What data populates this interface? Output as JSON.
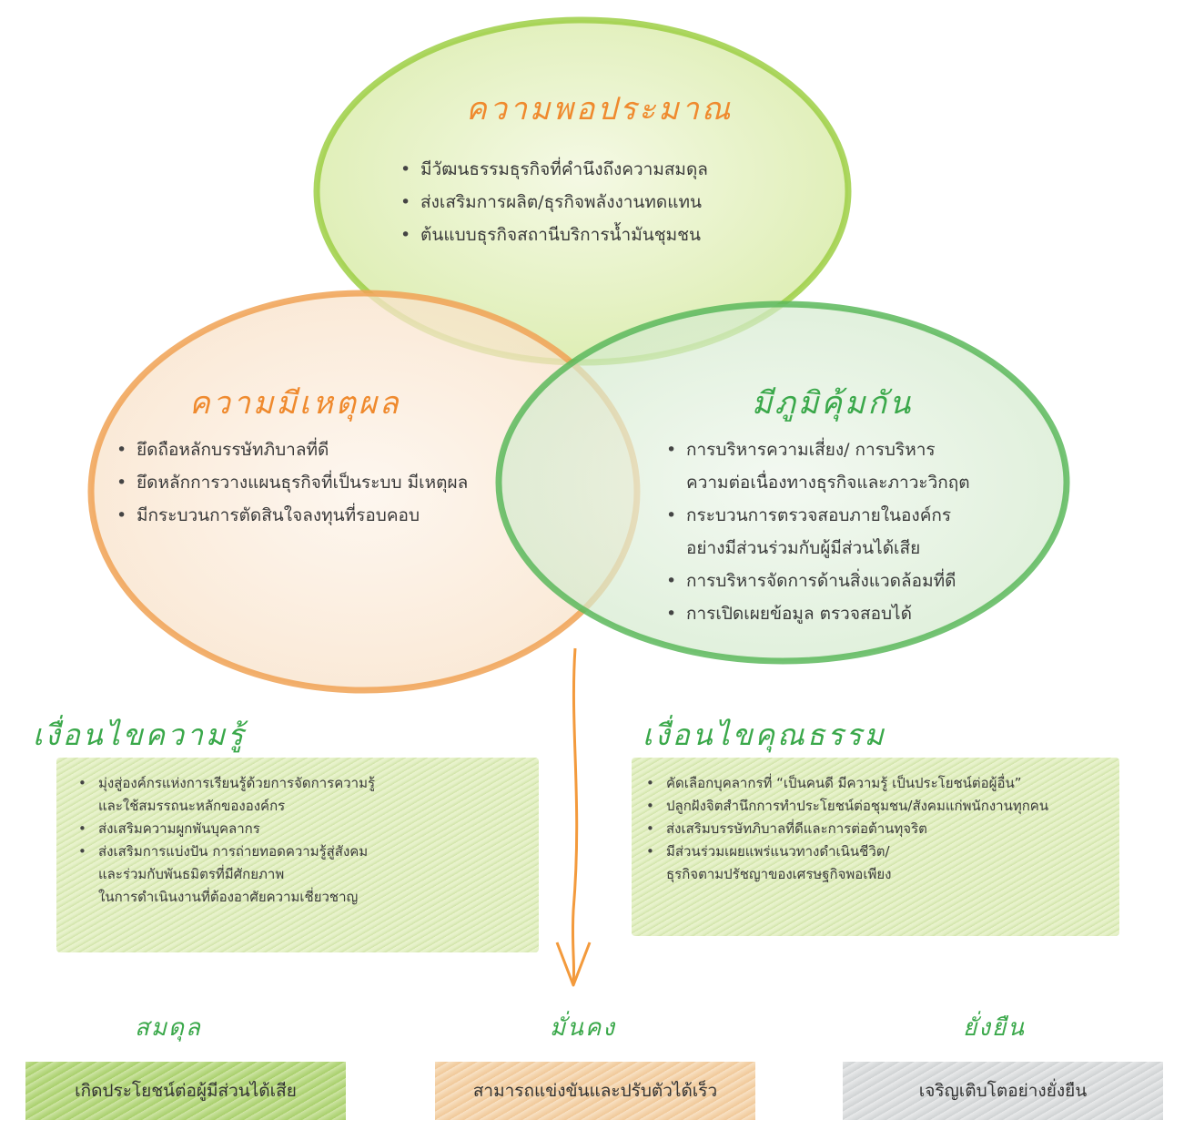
{
  "circles": {
    "top": {
      "title": "ความพอประมาณ",
      "items": [
        "มีวัฒนธรรมธุรกิจที่คำนึงถึงความสมดุล",
        "ส่งเสริมการผลิต/ธุรกิจพลังงานทดแทน",
        "ต้นแบบธุรกิจสถานีบริการน้ำมันชุมชน"
      ]
    },
    "left": {
      "title": "ความมีเหตุผล",
      "items": [
        "ยึดถือหลักบรรษัทภิบาลที่ดี",
        "ยึดหลักการวางแผนธุรกิจที่เป็นระบบ มีเหตุผล",
        "มีกระบวนการตัดสินใจลงทุนที่รอบคอบ"
      ]
    },
    "right": {
      "title": "มีภูมิคุ้มกัน",
      "items": [
        {
          "line1": "การบริหารความเสี่ยง/ การบริหาร",
          "line2": "ความต่อเนื่องทางธุรกิจและภาวะวิกฤต"
        },
        {
          "line1": "กระบวนการตรวจสอบภายในองค์กร",
          "line2": "อย่างมีส่วนร่วมกับผู้มีส่วนได้เสีย"
        },
        {
          "line1": "การบริหารจัดการด้านสิ่งแวดล้อมที่ดี",
          "line2": ""
        },
        {
          "line1": "การเปิดเผยข้อมูล ตรวจสอบได้",
          "line2": ""
        }
      ]
    }
  },
  "conditions": {
    "knowledge": {
      "title": "เงื่อนไขความรู้",
      "items": [
        {
          "lines": [
            "มุ่งสู่องค์กรแห่งการเรียนรู้ด้วยการจัดการความรู้",
            "และใช้สมรรถนะหลักขององค์กร"
          ]
        },
        {
          "lines": [
            "ส่งเสริมความผูกพันบุคลากร"
          ]
        },
        {
          "lines": [
            "ส่งเสริมการแบ่งปัน การถ่ายทอดความรู้สู่สังคม",
            "และร่วมกับพันธมิตรที่มีศักยภาพ",
            "ในการดำเนินงานที่ต้องอาศัยความเชี่ยวชาญ"
          ]
        }
      ]
    },
    "ethics": {
      "title": "เงื่อนไขคุณธรรม",
      "items": [
        {
          "lines": [
            "คัดเลือกบุคลากรที่ “เป็นคนดี มีความรู้ เป็นประโยชน์ต่อผู้อื่น”"
          ]
        },
        {
          "lines": [
            "ปลูกฝังจิตสำนึกการทำประโยชน์ต่อชุมชน/สังคมแก่พนักงานทุกคน"
          ]
        },
        {
          "lines": [
            "ส่งเสริมบรรษัทภิบาลที่ดีและการต่อต้านทุจริต"
          ]
        },
        {
          "lines": [
            "มีส่วนร่วมเผยแพร่แนวทางดำเนินชีวิต/",
            "ธุรกิจตามปรัชญาของเศรษฐกิจพอเพียง"
          ]
        }
      ]
    }
  },
  "outcomes": [
    {
      "title": "สมดุล",
      "label": "เกิดประโยชน์ต่อผู้มีส่วนได้เสีย"
    },
    {
      "title": "มั่นคง",
      "label": "สามารถแข่งขันและปรับตัวได้เร็ว"
    },
    {
      "title": "ยั่งยืน",
      "label": "เจริญเติบโตอย่างยั่งยืน"
    }
  ],
  "colors": {
    "orange": "#ef8a2e",
    "green": "#3aa84a",
    "circle_top_fill": "#cfe59a",
    "circle_left_fill": "#f7dcc0",
    "circle_right_fill": "#cfe8c8"
  }
}
